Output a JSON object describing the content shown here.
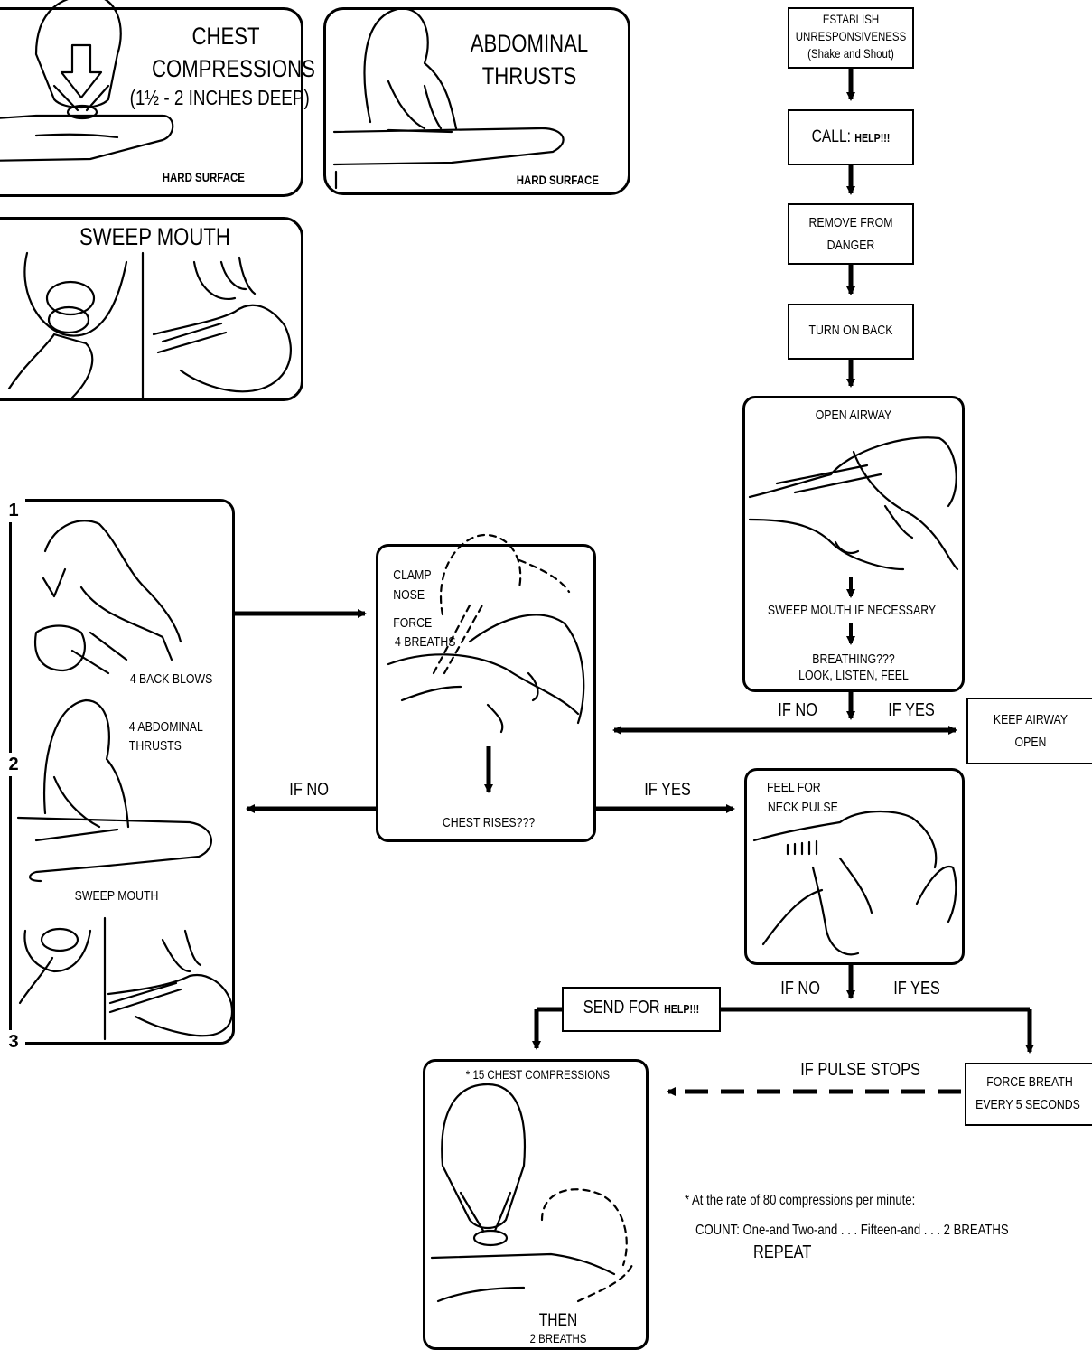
{
  "panels": {
    "chest_compressions": {
      "title_line1": "CHEST",
      "title_line2": "COMPRESSIONS",
      "depth": "(1½ - 2 INCHES DEEP)",
      "surface": "HARD SURFACE"
    },
    "abdominal_thrusts": {
      "title_line1": "ABDOMINAL",
      "title_line2": "THRUSTS",
      "surface": "HARD SURFACE"
    },
    "sweep_mouth": {
      "title": "SWEEP MOUTH"
    }
  },
  "flow": {
    "establish": {
      "line1": "ESTABLISH",
      "line2": "UNRESPONSIVENESS",
      "line3": "(Shake and Shout)"
    },
    "call": {
      "label": "CALL:",
      "help": "HELP!!!"
    },
    "remove": {
      "line1": "REMOVE FROM",
      "line2": "DANGER"
    },
    "turn": {
      "label": "TURN ON BACK"
    },
    "airway": {
      "title": "OPEN AIRWAY",
      "sweep": "SWEEP MOUTH IF NECESSARY",
      "breathing": "BREATHING???",
      "look": "LOOK, LISTEN, FEEL"
    },
    "branch1": {
      "no": "IF NO",
      "yes": "IF YES"
    },
    "keep_airway": {
      "line1": "KEEP AIRWAY",
      "line2": "OPEN"
    },
    "clamp": {
      "clamp1": "CLAMP",
      "clamp2": "NOSE",
      "force1": "FORCE",
      "force2": "4 BREATHS",
      "rises": "CHEST RISES???"
    },
    "branch2": {
      "no": "IF NO",
      "yes": "IF YES"
    },
    "obstruction": {
      "n1": "1",
      "n2": "2",
      "n3": "3",
      "back_blows": "4 BACK BLOWS",
      "thrusts1": "4 ABDOMINAL",
      "thrusts2": "THRUSTS",
      "sweep": "SWEEP MOUTH"
    },
    "pulse": {
      "line1": "FEEL FOR",
      "line2": "NECK PULSE"
    },
    "branch3": {
      "no": "IF NO",
      "yes": "IF YES"
    },
    "send": {
      "label": "SEND FOR",
      "help": "HELP!!!"
    },
    "compressions": {
      "title": "* 15 CHEST COMPRESSIONS",
      "then": "THEN",
      "breaths": "2 BREATHS"
    },
    "pulse_stops": "IF PULSE STOPS",
    "force_breath": {
      "line1": "FORCE BREATH",
      "line2": "EVERY 5 SECONDS"
    }
  },
  "footnote": {
    "rate": "* At the rate of 80 compressions per minute:",
    "count": "COUNT:  One-and Two-and . . . Fifteen-and . . . 2 BREATHS",
    "repeat": "REPEAT"
  }
}
